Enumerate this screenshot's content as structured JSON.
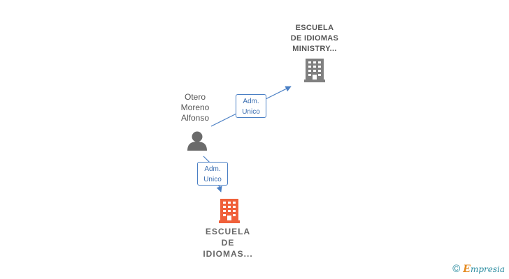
{
  "nodes": {
    "company_top": {
      "label": "ESCUELA\nDE IDIOMAS\nMINISTRY...",
      "color": "#808080"
    },
    "person": {
      "label": "Otero\nMoreno\nAlfonso",
      "color": "#6b6b6b"
    },
    "company_focus": {
      "label": "ESCUELA\nDE\nIDIOMAS...",
      "color": "#f0603a"
    }
  },
  "edges": [
    {
      "line1": "Adm.",
      "line2": "Unico"
    },
    {
      "line1": "Adm.",
      "line2": "Unico"
    }
  ],
  "colors": {
    "edge": "#4a7fc4"
  },
  "brand": {
    "copyright": "©",
    "first_letter": "E",
    "rest": "mpresia"
  }
}
